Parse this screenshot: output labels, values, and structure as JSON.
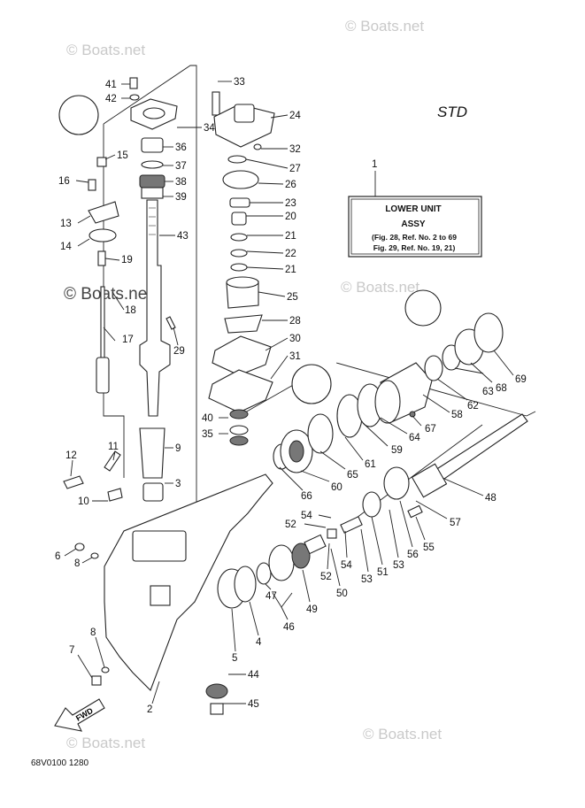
{
  "std_label": "STD",
  "assy_box": {
    "ref": "1",
    "line1": "LOWER UNIT",
    "line2": "ASSY",
    "line3": "(Fig. 28, Ref. No. 2 to 69",
    "line4": "Fig. 29, Ref. No. 19, 21)"
  },
  "footer_code": "68V0100 1280",
  "fwd_label": "FWD",
  "watermark": "© Boats.net",
  "callouts": {
    "c41": "41",
    "c42": "42",
    "c34": "34",
    "c36": "36",
    "c37": "37",
    "c38": "38",
    "c39": "39",
    "c43": "43",
    "c33": "33",
    "c24": "24",
    "c32": "32",
    "c27": "27",
    "c26": "26",
    "c23": "23",
    "c20": "20",
    "c21a": "21",
    "c22": "22",
    "c21b": "21",
    "c25": "25",
    "c28": "28",
    "c30": "30",
    "c31": "31",
    "c40": "40",
    "c35": "35",
    "c9": "9",
    "c3": "3",
    "c15": "15",
    "c16": "16",
    "c13": "13",
    "c14": "14",
    "c19": "19",
    "c18": "18",
    "c17": "17",
    "c29": "29",
    "c12": "12",
    "c11": "11",
    "c10": "10",
    "c6": "6",
    "c8a": "8",
    "c8b": "8",
    "c7": "7",
    "c2": "2",
    "c5": "5",
    "c4": "4",
    "c47": "47",
    "c46": "46",
    "c49": "49",
    "c44": "44",
    "c45": "45",
    "c50": "50",
    "c52a": "52",
    "c52b": "52",
    "c54a": "54",
    "c54b": "54",
    "c53a": "53",
    "c53b": "53",
    "c51": "51",
    "c56": "56",
    "c55": "55",
    "c57": "57",
    "c48": "48",
    "c66": "66",
    "c60": "60",
    "c65": "65",
    "c61": "61",
    "c59": "59",
    "c64": "64",
    "c67": "67",
    "c58": "58",
    "c62": "62",
    "c63": "63",
    "c68": "68",
    "c69": "69"
  }
}
